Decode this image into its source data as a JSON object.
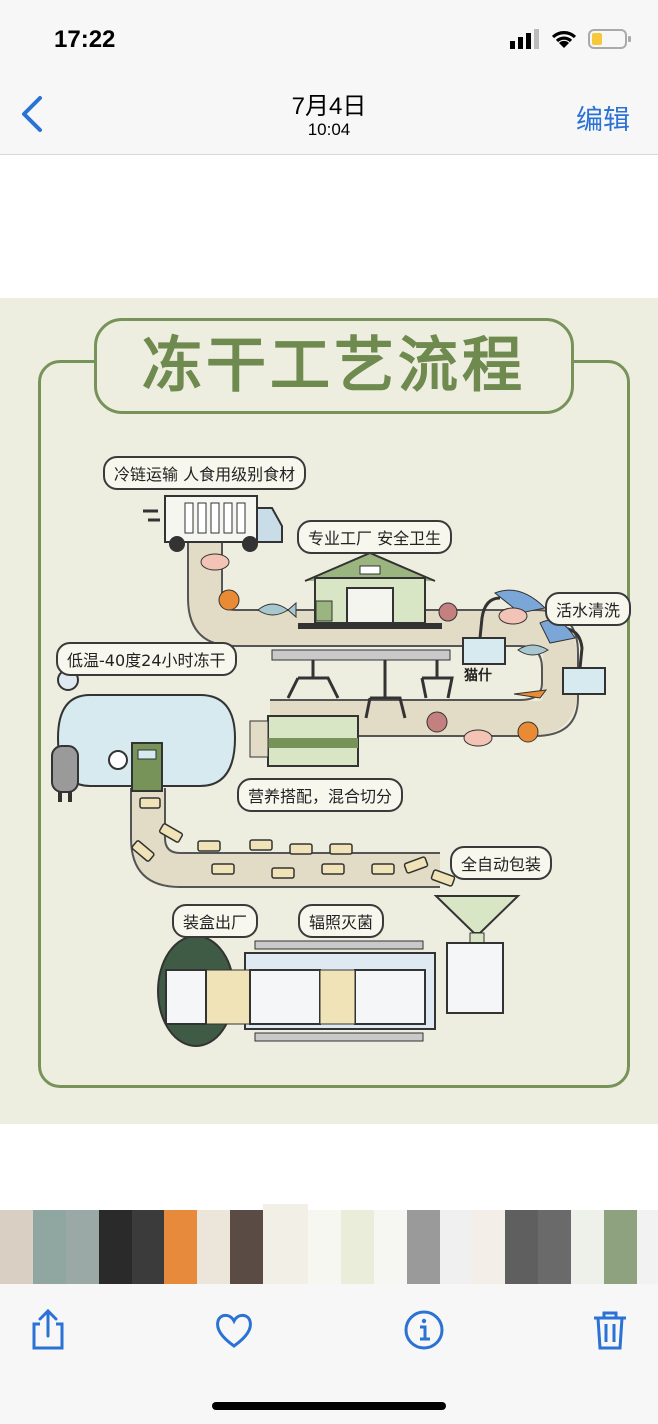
{
  "status_bar": {
    "time": "17:22"
  },
  "nav": {
    "date": "7月4日",
    "time": "10:04",
    "edit_label": "编辑"
  },
  "infographic": {
    "title": "冻干工艺流程",
    "labels": {
      "cold_chain": "冷链运输 人食用级别食材",
      "factory": "专业工厂 安全卫生",
      "wash": "活水清洗",
      "freeze": "低温-40度24小时冻干",
      "mix": "营养搭配，混合切分",
      "pack": "全自动包装",
      "box_out": "装盒出厂",
      "sterilize": "辐照灭菌"
    },
    "package_brand": "猫什"
  },
  "thumbnail_strip": {
    "colors": [
      "#d9cfc2",
      "#8fa7a0",
      "#9aa9a5",
      "#2a2a2a",
      "#3b3b3b",
      "#e88a3c",
      "#ece6da",
      "#5a4b45",
      "#f2f0e6",
      "#f7f7f2",
      "#e9edda",
      "#f6f6f3",
      "#9a9a9a",
      "#f0f0f0",
      "#f3efe8",
      "#5f5f5f",
      "#6a6a6a",
      "#eef1ea",
      "#8fa27f",
      "#f2f2f2"
    ]
  },
  "colors": {
    "accent": "#2a72d4",
    "green": "#77935a",
    "beige": "#eeeee0"
  }
}
